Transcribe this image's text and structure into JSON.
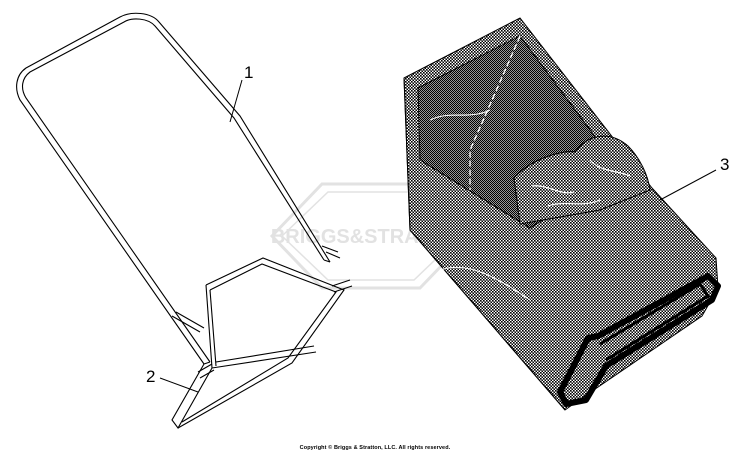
{
  "callouts": {
    "c1": "1",
    "c2": "2",
    "c3": "3"
  },
  "watermark": {
    "text": "BRIGGS&STRATTON"
  },
  "copyright": "Copyright © Briggs & Stratton, LLC. All rights reserved.",
  "colors": {
    "line": "#000000",
    "background": "#ffffff",
    "watermark": "#d9d9d9"
  }
}
